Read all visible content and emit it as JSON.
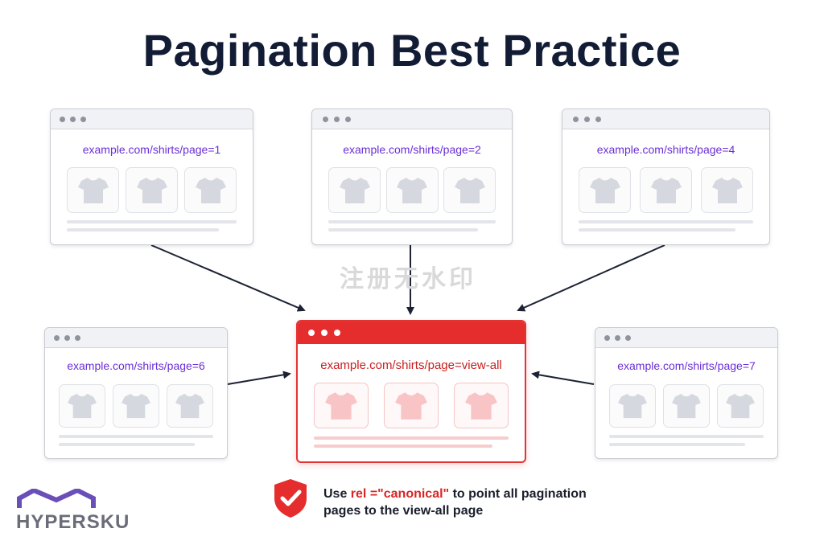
{
  "title": "Pagination Best Practice",
  "watermark": "注册无水印",
  "pages": [
    {
      "url": "example.com/shirts/page=1"
    },
    {
      "url": "example.com/shirts/page=2"
    },
    {
      "url": "example.com/shirts/page=4"
    },
    {
      "url": "example.com/shirts/page=6"
    },
    {
      "url": "example.com/shirts/page=7"
    }
  ],
  "canonical_page": {
    "url": "example.com/shirts/page=view-all"
  },
  "note": {
    "prefix": "Use ",
    "highlight": "rel =\"canonical\"",
    "suffix": " to point all pagination pages to the view-all page"
  },
  "logo": {
    "name": "HYPERSKU"
  },
  "colors": {
    "title": "#121c35",
    "url": "#6a2fd6",
    "canonical": "#e52d2d",
    "shirt_gray": "#d5d8de",
    "shirt_pink": "#f9c4c6",
    "logo_purple": "#6b4fb8"
  },
  "icons": [
    "tshirt-icon",
    "shield-check-icon",
    "house-roof-icon",
    "arrow-icon"
  ]
}
